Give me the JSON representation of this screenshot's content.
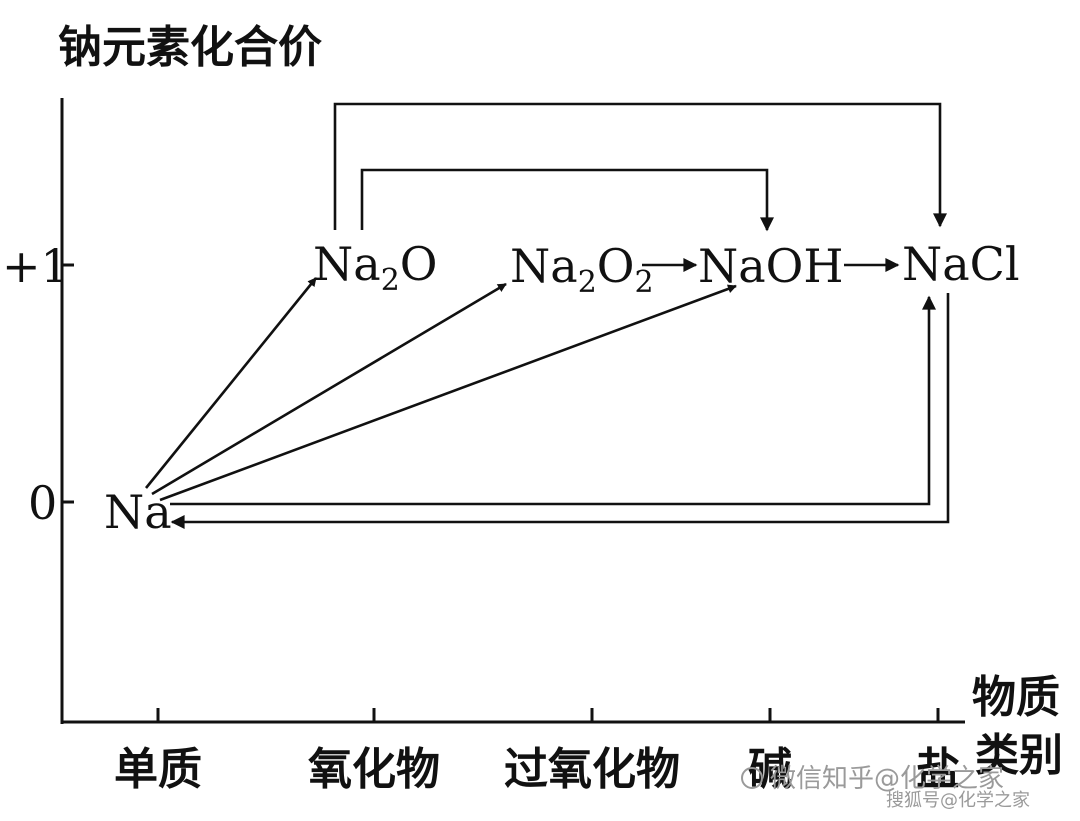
{
  "axes": {
    "y_title": "钠元素化合价",
    "x_title_line1": "物质",
    "x_title_line2": "类别",
    "y_ticks": [
      "+1",
      "0"
    ],
    "x_categories": [
      "单质",
      "氧化物",
      "过氧化物",
      "碱",
      "盐"
    ]
  },
  "species": {
    "na": "Na",
    "na2o": {
      "main": "Na",
      "sub": "2",
      "tail": "O"
    },
    "na2o2": {
      "main": "Na",
      "sub1": "2",
      "mid": "O",
      "sub2": "2"
    },
    "naoh": "NaOH",
    "nacl": "NaCl"
  },
  "watermark": {
    "line1": "微信知乎@化学之家",
    "line2": "搜狐号@化学之家"
  },
  "colors": {
    "ink": "#111111",
    "watermark": "#9a9a9a"
  }
}
